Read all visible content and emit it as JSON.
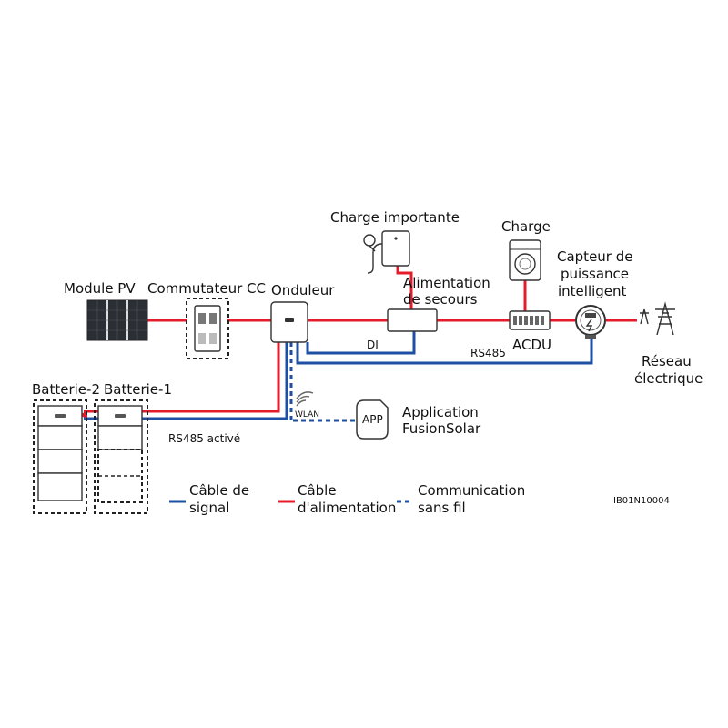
{
  "labels": {
    "pv_module": "Module PV",
    "dc_switch": "Commutateur CC",
    "inverter": "Onduleur",
    "important_load": "Charge importante",
    "backup_line1": "Alimentation",
    "backup_line2": "de secours",
    "load": "Charge",
    "meter_line1": "Capteur de",
    "meter_line2": "puissance",
    "meter_line3": "intelligent",
    "grid_line1": "Réseau",
    "grid_line2": "électrique",
    "acdu": "ACDU",
    "di": "DI",
    "rs485": "RS485",
    "wlan": "WLAN",
    "app_badge": "APP",
    "app_line1": "Application",
    "app_line2": "FusionSolar",
    "battery2": "Batterie-2",
    "battery1": "Batterie-1",
    "rs485_enabled": "RS485 activé"
  },
  "legend": {
    "signal_line1": "Câble de",
    "signal_line2": "signal",
    "power_line1": "Câble",
    "power_line2": "d'alimentation",
    "wireless_line1": "Communication",
    "wireless_line2": "sans fil"
  },
  "figure_code": "IB01N10004",
  "colors": {
    "power_cable": "#e31b2b",
    "signal_cable": "#1e4fa3",
    "wireless": "#1e4fa3"
  },
  "icons": [
    "pv-module-icon",
    "dc-switch-icon",
    "inverter-icon",
    "water-heater-icon",
    "backup-box-icon",
    "washing-machine-icon",
    "acdu-icon",
    "smart-meter-icon",
    "grid-tower-icon",
    "app-icon",
    "wifi-icon",
    "battery-icon"
  ]
}
